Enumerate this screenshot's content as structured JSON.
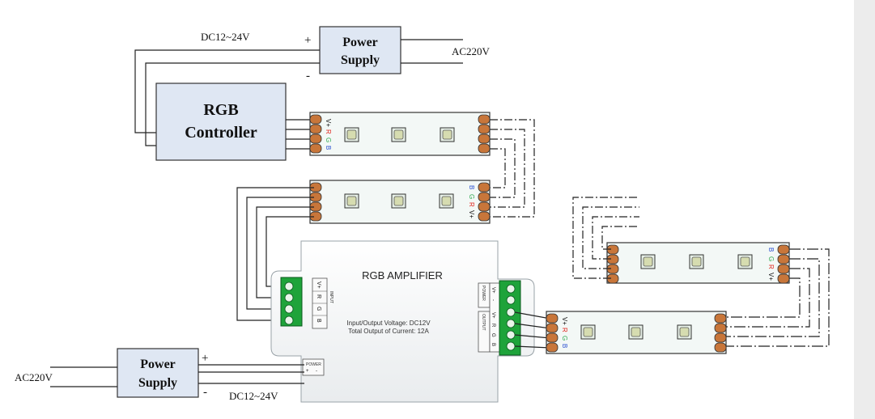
{
  "top_supply": {
    "label_line1": "Power",
    "label_line2": "Supply",
    "dc_label": "DC12~24V",
    "ac_label": "AC220V",
    "plus": "+",
    "minus": "-"
  },
  "bottom_supply": {
    "label_line1": "Power",
    "label_line2": "Supply",
    "dc_label": "DC12~24V",
    "ac_label": "AC220V",
    "plus": "+",
    "minus": "-"
  },
  "controller": {
    "label_line1": "RGB",
    "label_line2": "Controller",
    "pins": [
      "V+",
      "R",
      "G",
      "B"
    ]
  },
  "amplifier": {
    "title": "RGB  AMPLIFIER",
    "spec_line1": "Input/Output Voltage: DC12V",
    "spec_line2": "Total Output of Current: 12A",
    "input_pins": [
      "V+",
      "R",
      "G",
      "B"
    ],
    "input_label": "INPUT",
    "output_pins": [
      "V+",
      "R",
      "G",
      "B"
    ],
    "output_label": "OUTPUT",
    "power_label": "POWER",
    "power_out_pins": [
      "V+",
      "-"
    ],
    "power_in_pins": [
      "+",
      "-"
    ]
  },
  "strip_pins": [
    "V+",
    "R",
    "G",
    "B"
  ],
  "colors": {
    "box_fill": "#dfe7f3",
    "strip_fill": "#f3f8f6",
    "pad_fill": "#c8763a",
    "terminal_fill": "#1ea33a",
    "red": "#e0261e",
    "green": "#2fa84f",
    "blue": "#2a4fd0"
  }
}
